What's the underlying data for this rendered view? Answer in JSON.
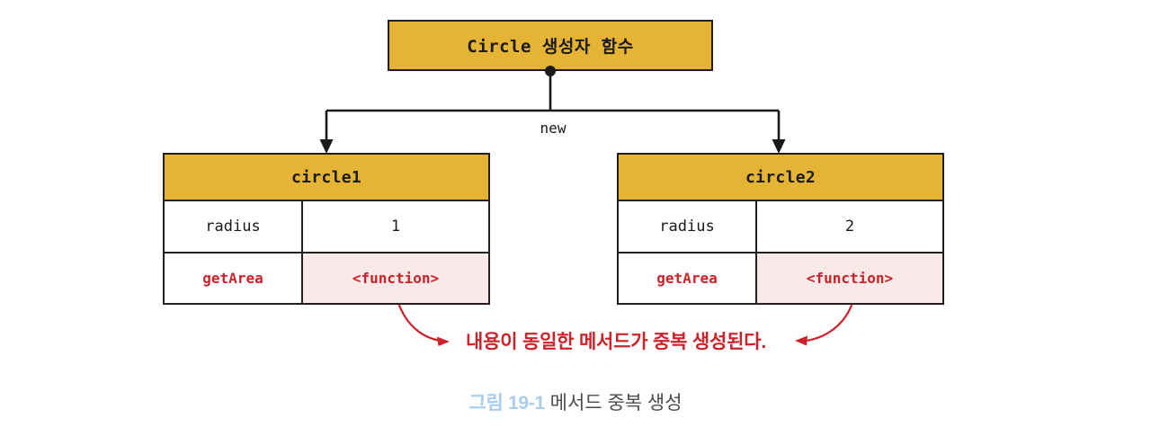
{
  "diagram": {
    "constructor_node": {
      "label": "Circle 생성자 함수",
      "fill": "#e5b435"
    },
    "edge_label": "new",
    "objects": [
      {
        "name": "circle1",
        "rows": [
          {
            "key": "radius",
            "value": "1",
            "highlight": false
          },
          {
            "key": "getArea",
            "value": "<function>",
            "highlight": true
          }
        ]
      },
      {
        "name": "circle2",
        "rows": [
          {
            "key": "radius",
            "value": "2",
            "highlight": false
          },
          {
            "key": "getArea",
            "value": "<function>",
            "highlight": true
          }
        ]
      }
    ],
    "annotation": {
      "text": "내용이 동일한 메서드가 중복 생성된다.",
      "color": "#cc2229"
    },
    "caption": {
      "number": "그림 19-1",
      "number_color": "#a9cdec",
      "text": " 메서드 중복 생성",
      "text_color": "#4c4c4c"
    },
    "colors": {
      "header_fill": "#e5b435",
      "highlight_fill": "#fae9e9",
      "stroke": "#231f20",
      "accent_red": "#cc2229"
    }
  }
}
